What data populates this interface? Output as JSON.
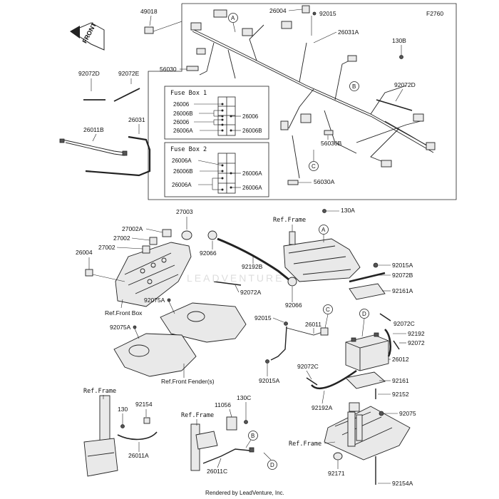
{
  "figure_code": "F2760",
  "front_label": "FRONT",
  "footer": "Rendered by LeadVenture, Inc.",
  "watermark": "LEADVENTURE",
  "fuse_box_1": {
    "title": "Fuse Box 1",
    "left": [
      "26006",
      "26006B",
      "26006",
      "26006A"
    ],
    "right": [
      "26006",
      "26006B"
    ]
  },
  "fuse_box_2": {
    "title": "Fuse Box 2",
    "left": [
      "26006A",
      "26006B",
      "26006A"
    ],
    "right": [
      "26006A",
      "26006A"
    ]
  },
  "callouts": [
    "A",
    "B",
    "C",
    "D"
  ],
  "parts": {
    "p49018": "49018",
    "p26004_top": "26004",
    "p92015_top": "92015",
    "p26031A": "26031A",
    "p130B": "130B",
    "p56030": "56030",
    "p92072D_left": "92072D",
    "p92072E": "92072E",
    "p92072D_right": "92072D",
    "p26031": "26031",
    "p26011B": "26011B",
    "p56030B": "56030B",
    "p56030A": "56030A",
    "p27003": "27003",
    "p27002A": "27002A",
    "p27002_a": "27002",
    "p27002_b": "27002",
    "p26004_mid": "26004",
    "p92066_a": "92066",
    "p92192B": "92192B",
    "p92072A": "92072A",
    "p92066_b": "92066",
    "p92075A_a": "92075A",
    "p92075A_b": "92075A",
    "ref_front_box": "Ref.Front Box",
    "ref_front_fender": "Ref.Front Fender(s)",
    "ref_frame_top": "Ref.Frame",
    "p130A": "130A",
    "p92015A_a": "92015A",
    "p92072B": "92072B",
    "p92161A": "92161A",
    "p92015_mid": "92015",
    "p26011": "26011",
    "p92072C_a": "92072C",
    "p92192": "92192",
    "p92072": "92072",
    "p26012": "26012",
    "p92015A_b": "92015A",
    "p92072C_b": "92072C",
    "p92161": "92161",
    "p92192A": "92192A",
    "p92152": "92152",
    "p92075": "92075",
    "ref_frame_bl": "Ref.Frame",
    "p130": "130",
    "p92154": "92154",
    "p26011A": "26011A",
    "p11056": "11056",
    "p130C": "130C",
    "ref_frame_bc": "Ref.Frame",
    "p26011C": "26011C",
    "ref_frame_br": "Ref.Frame",
    "p92171": "92171",
    "p92154A": "92154A"
  }
}
